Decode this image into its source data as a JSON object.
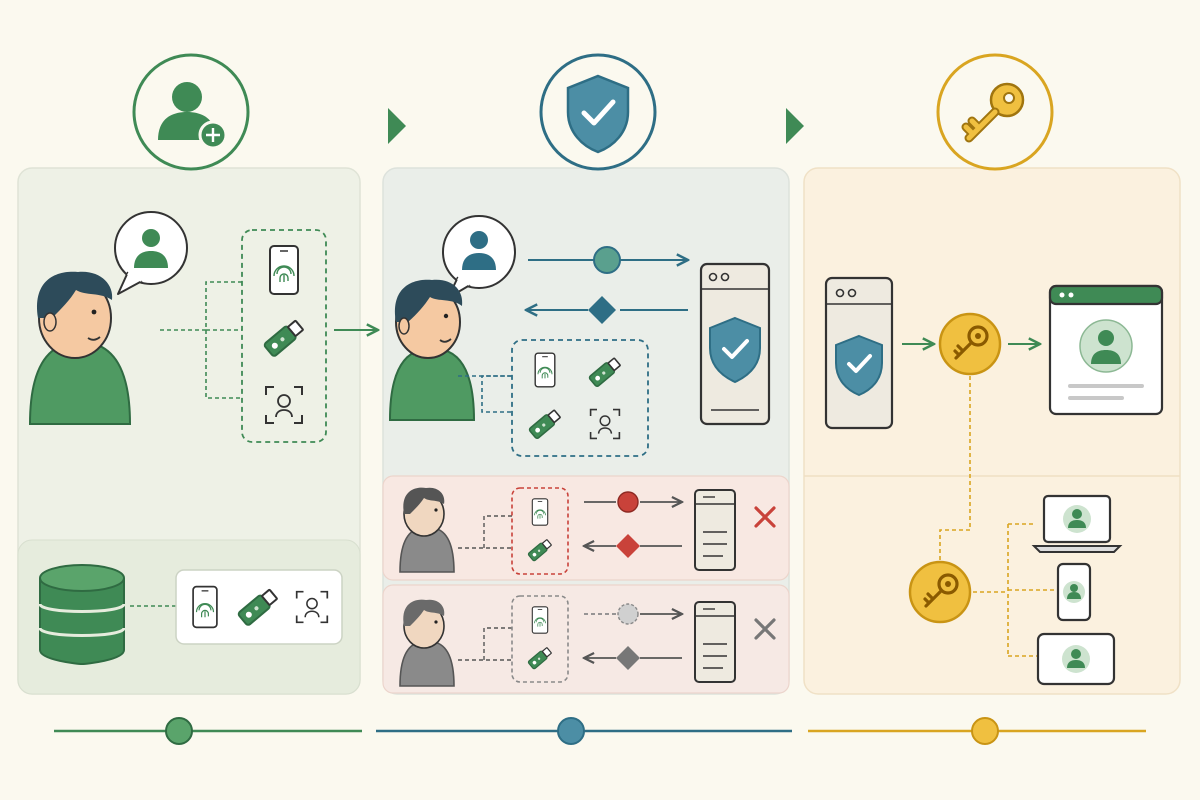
{
  "colors": {
    "background": "#fbf9ef",
    "green": "#3f8a55",
    "green_dark": "#2f6b42",
    "green_light": "#6fb07c",
    "teal": "#2e6e85",
    "teal_fill": "#4c8ea5",
    "gold": "#d9a521",
    "gold_fill": "#f0c040",
    "red": "#c9423a",
    "gray": "#8a8a8a",
    "panel_green": "#eef1e6",
    "panel_blue": "#eaeee9",
    "panel_gold": "#fbf1df",
    "panel_red": "#f8e8e2"
  },
  "stages": [
    {
      "name": "register",
      "icon": "user-add-icon",
      "color": "#3f8a55"
    },
    {
      "name": "authenticate",
      "icon": "shield-check-icon",
      "color": "#2e6e85"
    },
    {
      "name": "access",
      "icon": "key-icon",
      "color": "#d9a521"
    }
  ],
  "authenticators": [
    "fingerprint-phone-icon",
    "security-key-icon",
    "face-scan-icon"
  ],
  "failed_attempts": [
    {
      "result": "rejected",
      "color": "#c9423a"
    },
    {
      "result": "rejected",
      "color": "#8a8a8a"
    }
  ],
  "devices": [
    "laptop-icon",
    "phone-icon",
    "tablet-icon"
  ]
}
